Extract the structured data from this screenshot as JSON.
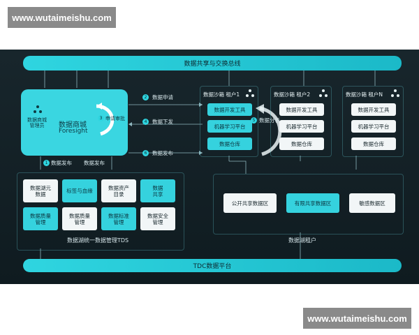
{
  "watermark": "www.wutaimeishu.com",
  "bus_top": "数据共享与交换总线",
  "bus_bottom": "TDC数据平台",
  "mall": {
    "admin_label": "数据商城\n管理员",
    "title": "数据商城",
    "subtitle": "Foresight",
    "approve_label": "申请审批",
    "approve_num": "3"
  },
  "flows": [
    {
      "num": "2",
      "label": "数据申请"
    },
    {
      "num": "4",
      "label": "数据下发"
    },
    {
      "num": "6",
      "label": "数据发布"
    }
  ],
  "analysis": {
    "num": "5",
    "label": "数据分析"
  },
  "bottom_publish": [
    {
      "num": "1",
      "label": "数据发布"
    },
    {
      "label": "数据发布"
    }
  ],
  "tenants": [
    {
      "title": "数据沙箱 租户1",
      "items": [
        "数据开发工具",
        "机器学习平台",
        "数据仓库"
      ]
    },
    {
      "title": "数据沙箱 租户2",
      "items": [
        "数据开发工具",
        "机器学习平台",
        "数据仓库"
      ]
    },
    {
      "title": "数据沙箱 租户N",
      "items": [
        "数据开发工具",
        "机器学习平台",
        "数据仓库"
      ]
    }
  ],
  "tds": {
    "title": "数据湖统一数据管理TDS",
    "cells": [
      "数据湖元\n数据",
      "标签与血缘",
      "数据资产\n目录",
      "数据\n共享",
      "数据质量\n管理",
      "数据质量\n管理",
      "数据标准\n管理",
      "数据安全\n管理"
    ]
  },
  "lake": {
    "title": "数据湖租户",
    "zones": [
      "公开共享数据区",
      "有限共享数据区",
      "敏感数据区"
    ]
  },
  "colors": {
    "accent": "#2fd5e0",
    "panel": "#142228"
  }
}
